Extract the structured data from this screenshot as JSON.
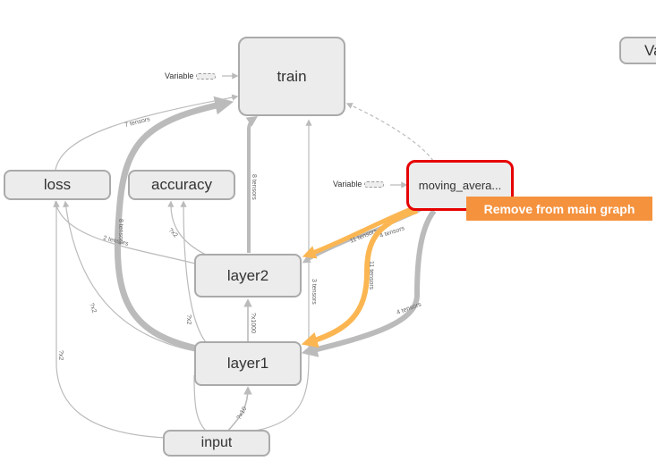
{
  "graph": {
    "nodes": {
      "train": "train",
      "loss": "loss",
      "accuracy": "accuracy",
      "layer2": "layer2",
      "layer1": "layer1",
      "input": "input",
      "moving_average": "moving_avera...",
      "variable_partial": "Va"
    },
    "variables": {
      "train_var": "Variable",
      "moving_var": "Variable"
    },
    "edge_labels": {
      "loss_to_train": "7 tensors",
      "layer1_to_train": "8 tensors",
      "layer2_to_train": "8 tensors",
      "input_to_train": "3 tensors",
      "layer2_to_loss": "2 tensors",
      "layer2_to_accuracy": "?x2",
      "layer1_to_loss": "?x2",
      "layer1_to_accuracy": "?x2",
      "input_to_loss": "?x2",
      "layer1_to_layer2": "?x1000",
      "input_to_layer1": "?x10",
      "ma_to_layer2_a": "11 tensors",
      "ma_to_layer2_b": "4 tensors",
      "ma_to_layer1_a": "11 tensors",
      "ma_to_layer1_b": "4 tensors"
    },
    "colors": {
      "node_fill": "#ececec",
      "node_border": "#aaaaaa",
      "selected_border": "#e60000",
      "edge": "#bbbbbb",
      "highlight_edge": "#fbb652",
      "action_button": "#f5923e"
    }
  },
  "context_action": {
    "remove_label": "Remove from main graph"
  }
}
